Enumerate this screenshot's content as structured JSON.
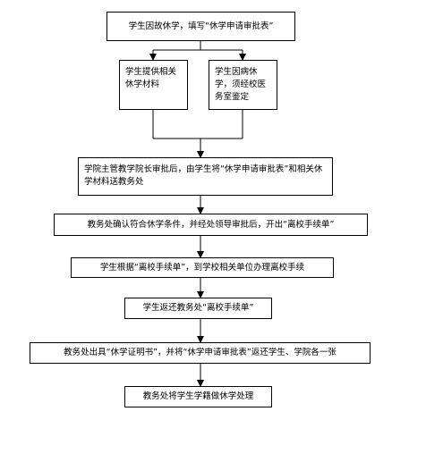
{
  "flowchart": {
    "step1": "学生因故休学，填写“休学申请审批表”",
    "step2a": "学生提供相关休学材料",
    "step2b": "学生因病休学，须经校医务室鉴定",
    "step3": "学院主管教学院长审批后，由学生将“休学申请审批表”和相关休学材料送教务处",
    "step4": "教务处确认符合休学条件，并经处领导审批后，开出“离校手续单”",
    "step5": "学生根据“离校手续单”，到学校相关单位办理离校手续",
    "step6": "学生返还教务处“离校手续单”",
    "step7": "教务处出具“休学证明书”，并将“休学申请审批表”返还学生、学院各一张",
    "step8": "教务处将学生学籍做休学处理"
  },
  "colors": {
    "line": "#000000",
    "box_border": "#000000",
    "background": "#ffffff"
  }
}
